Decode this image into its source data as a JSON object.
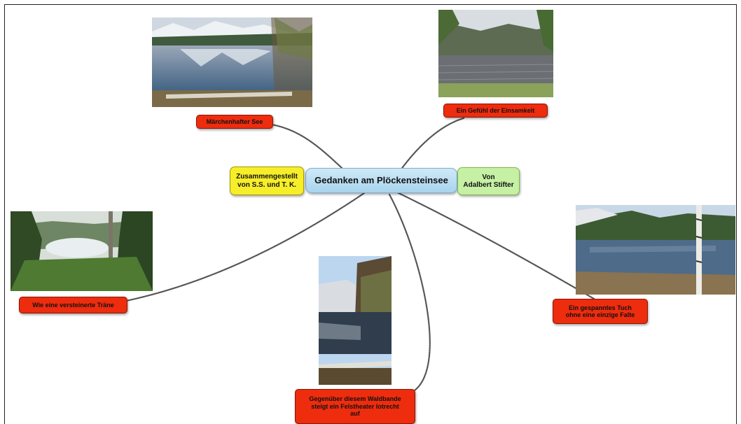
{
  "mindmap": {
    "center": {
      "label": "Gedanken am Plöckensteinsee"
    },
    "credit": {
      "line1": "Zusammengestellt",
      "line2": "von S.S. und T. K."
    },
    "author": {
      "line1": "Von",
      "line2": "Adalbert Stifter"
    },
    "branches": [
      {
        "label": "Märchenhafter See"
      },
      {
        "label": "Ein Gefühl der Einsamkeit"
      },
      {
        "label": "Wie eine versteinerte Träne"
      },
      {
        "line1": "Ein gespanntes Tuch",
        "line2": "ohne eine einzige Falte"
      },
      {
        "line1": "Gegenüber diesem Waldbande",
        "line2": "steigt ein Felstheater lotrecht",
        "line3": "auf"
      }
    ]
  },
  "colors": {
    "center": "#b8dcf2",
    "credit": "#f7ee2a",
    "author": "#c6f0a4",
    "branch": "#ee2c0e",
    "connector": "#555555"
  }
}
